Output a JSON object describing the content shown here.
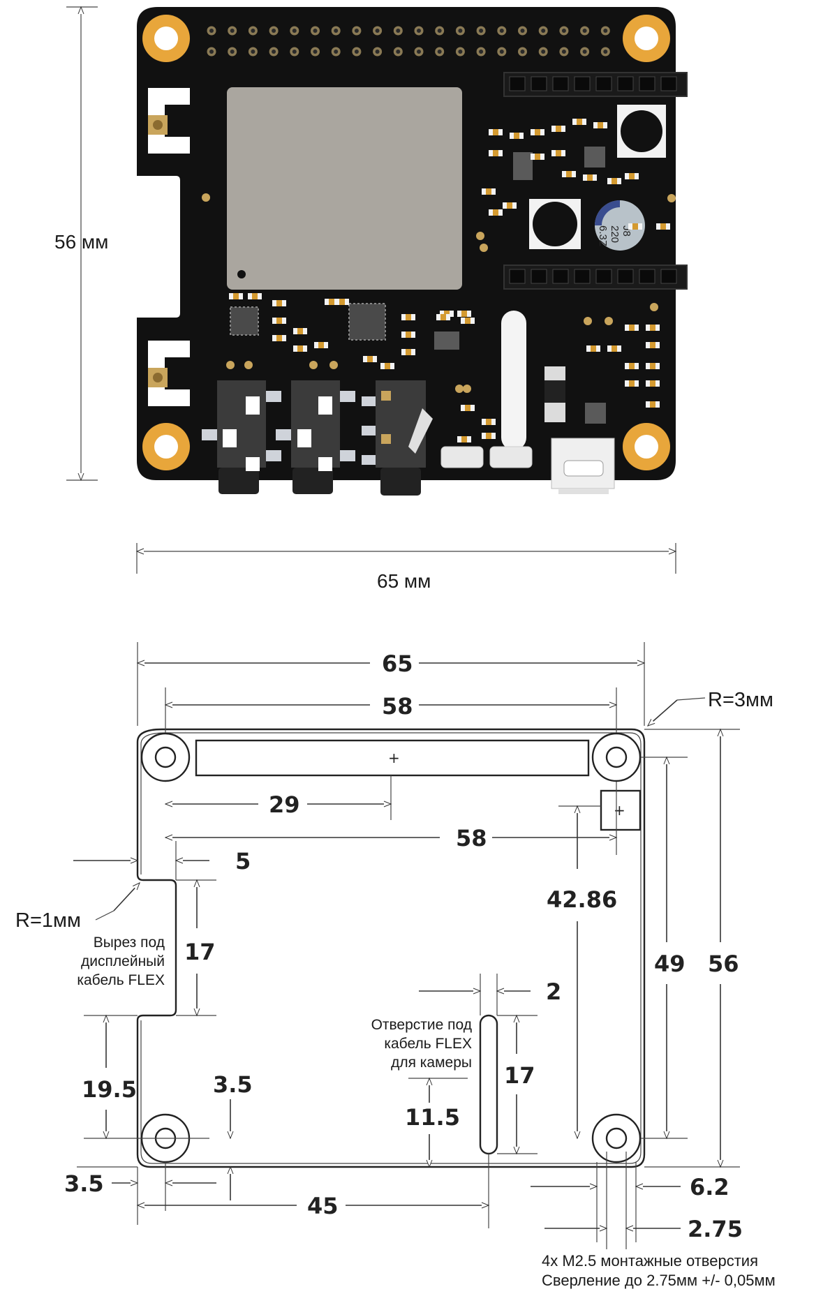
{
  "photo": {
    "height_label": "56 мм",
    "width_label": "65 мм",
    "capacitor_text": [
      "J8",
      "220",
      "6.3Z"
    ]
  },
  "drawing": {
    "dims": {
      "width_65": "65",
      "width_58_top": "58",
      "d_29": "29",
      "d_58_mid": "58",
      "d_5": "5",
      "d_42_86": "42.86",
      "d_49": "49",
      "d_56": "56",
      "d_17_left": "17",
      "d_2": "2",
      "d_17_right": "17",
      "d_19_5": "19.5",
      "d_3_5_top": "3.5",
      "d_11_5": "11.5",
      "d_3_5_left": "3.5",
      "d_45": "45",
      "d_6_2": "6.2",
      "d_2_75": "2.75"
    },
    "notes": {
      "r3": "R=3мм",
      "r1": "R=1мм",
      "cutout": [
        "Вырез под",
        "дисплейный",
        "кабель FLEX"
      ],
      "camera": [
        "Отверстие под",
        "кабель FLEX",
        "для камеры"
      ],
      "mount": [
        "4x M2.5 монтажные отверстия",
        "Сверление до 2.75мм +/- 0,05мм"
      ]
    }
  }
}
